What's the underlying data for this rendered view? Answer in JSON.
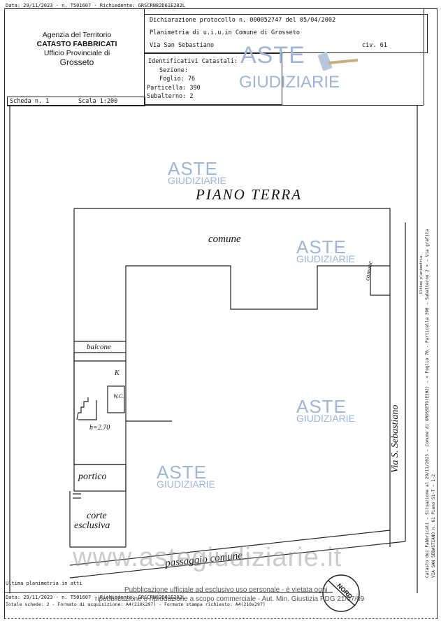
{
  "top_meta": "Data: 29/11/2023 - n. T501607 - Richiedente: GRSCRN82D61E202L",
  "agency": {
    "line1": "Agenzia del Territorio",
    "line2": "CATASTO FABBRICATI",
    "line3": "Ufficio Provinciale di",
    "line4": "Grosseto"
  },
  "declaration": {
    "protocol": "Dichiarazione protocollo n. 000052747 del 05/04/2002",
    "plan": "Planimetria di u.i.u.in Comune di Grosseto",
    "street": "Via San Sebastiano",
    "civ": "civ. 61"
  },
  "identifiers": {
    "title": "Identificativi Catastali:",
    "sezione_label": "Sezione:",
    "sezione_value": "",
    "foglio": "Foglio: 76",
    "particella": "Particella: 390",
    "subalterno": "Subalterno: 2"
  },
  "scheda": "Scheda n. 1",
  "scala": "Scala 1:200",
  "watermark": {
    "aste": "ASTE",
    "giudiziarie": "GIUDIZIARIE",
    "site": "www.astegiudiziarie.it",
    "notice_line1": "Pubblicazione ufficiale ad esclusivo uso personale - è vietata ogni",
    "notice_line2": "ripubblicazione o riproduzione a scopo commerciale - Aut. Min. Giustizia PDG 21/07/09"
  },
  "plan": {
    "title": "PIANO TERRA",
    "comune_top": "comune",
    "comune_small": "comune",
    "balcone": "balcone",
    "k": "K",
    "wc": "W.C.",
    "height": "h=2.70",
    "portico": "portico",
    "corte1": "corte",
    "corte2": "esclusiva",
    "passaggio": "passaggio comune",
    "via": "Via S. Sebastiano",
    "nord": "NORD"
  },
  "side_text": {
    "line1": "Catasto dei Fabbricati - Situazione al 29/11/2023 - Comune di GROSSETO(E202) - < Foglio 76 - Particella 390 - Subalterno 2 > - Via grafita",
    "line2": "VIA SAN SEBASTIANO n. 61 Piano S1-T - 1-2",
    "small": "Ultima planimetria"
  },
  "footer": {
    "last_plan": "Ultima planimetria in atti",
    "meta": "Data: 29/11/2023 - n. T501607 - Richiedente: GRSCRN82D61E202L",
    "totals": "Totale schede: 2 - Formato di acquisizione: A4(210x297) - Formato stampa richiesto: A4(210x297)"
  }
}
